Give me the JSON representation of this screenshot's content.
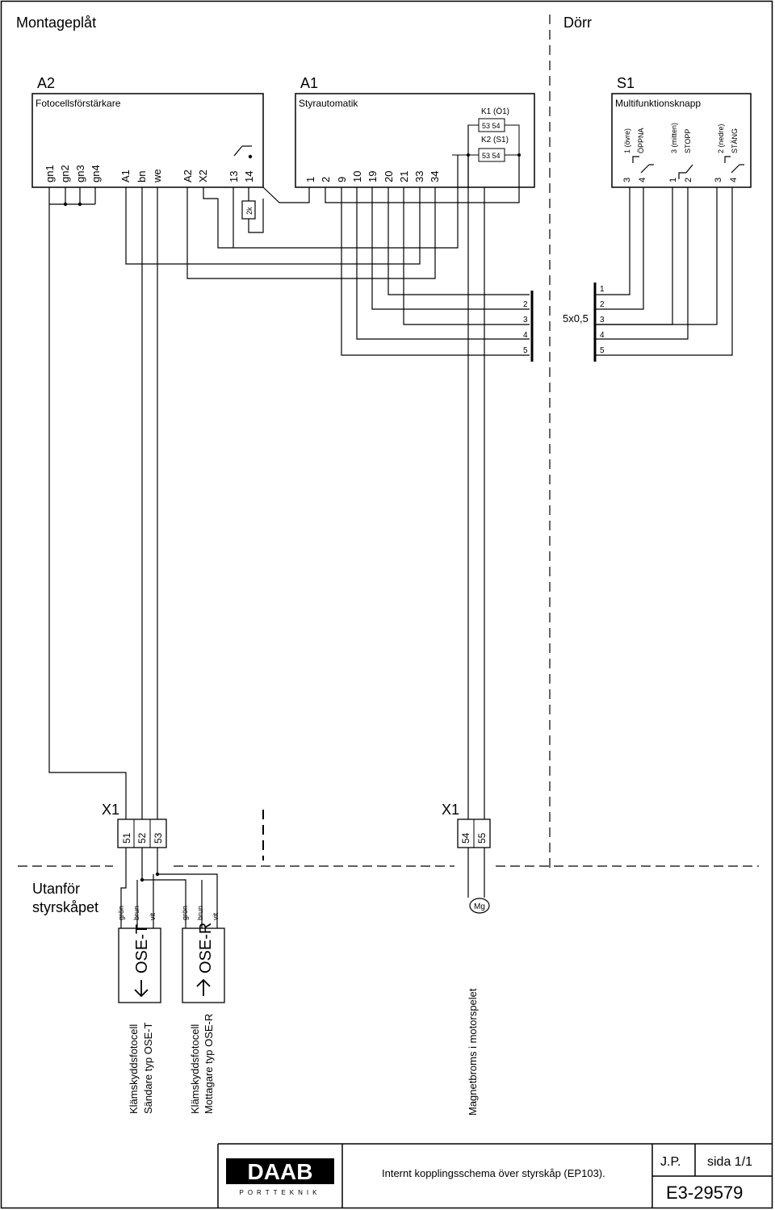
{
  "sections": {
    "left": "Montageplåt",
    "right": "Dörr",
    "outside": [
      "Utanför",
      "styrskåpet"
    ]
  },
  "a2": {
    "id": "A2",
    "name": "Fotocellsförstärkare",
    "terminals": [
      "gn1",
      "gn2",
      "gn3",
      "gn4",
      "A1",
      "bn",
      "we",
      "A2",
      "X2",
      "13",
      "14"
    ],
    "resistor": "2k"
  },
  "a1": {
    "id": "A1",
    "name": "Styrautomatik",
    "terminals": [
      "1",
      "2",
      "9",
      "10",
      "19",
      "20",
      "21",
      "33",
      "34"
    ],
    "relays": [
      {
        "name": "K1 (Ö1)",
        "contacts": "53  54"
      },
      {
        "name": "K2 (S1)",
        "contacts": "53  54"
      }
    ]
  },
  "s1": {
    "id": "S1",
    "name": "Multifunktionsknapp",
    "switches": [
      {
        "pins": [
          "3",
          "4"
        ],
        "label": [
          "1 (övre)",
          "ÖPPNA"
        ]
      },
      {
        "pins": [
          "1",
          "2"
        ],
        "label": [
          "3 (mitten)",
          "STOPP"
        ]
      },
      {
        "pins": [
          "3",
          "4"
        ],
        "label": [
          "2 (nedre)",
          "STÄNG"
        ]
      }
    ]
  },
  "cable": {
    "label": "5x0,5",
    "left_pins": [
      "2",
      "3",
      "4",
      "5"
    ],
    "right_pins": [
      "1",
      "2",
      "3",
      "4",
      "5"
    ]
  },
  "x1a": {
    "id": "X1",
    "terminals": [
      "51",
      "52",
      "53"
    ]
  },
  "x1b": {
    "id": "X1",
    "terminals": [
      "54",
      "55"
    ]
  },
  "ose_t": {
    "wires": [
      "grön",
      "brun",
      "vit"
    ],
    "label": "OSE-T",
    "caption": [
      "Klämskyddsfotocell",
      "Sändare typ OSE-T"
    ]
  },
  "ose_r": {
    "wires": [
      "grön",
      "brun",
      "vit"
    ],
    "label": "OSE-R",
    "caption": [
      "Klämskyddsfotocell",
      "Mottagare typ OSE-R"
    ]
  },
  "brake": {
    "symbol": "Mg",
    "caption": "Magnetbroms i motorspelet"
  },
  "title_block": {
    "logo": "DAAB",
    "logo_sub": "PORTTEKNIK",
    "title": "Internt kopplingsschema över styrskåp (EP103).",
    "author": "J.P.",
    "page": "sida 1/1",
    "doc_no": "E3-29579"
  }
}
